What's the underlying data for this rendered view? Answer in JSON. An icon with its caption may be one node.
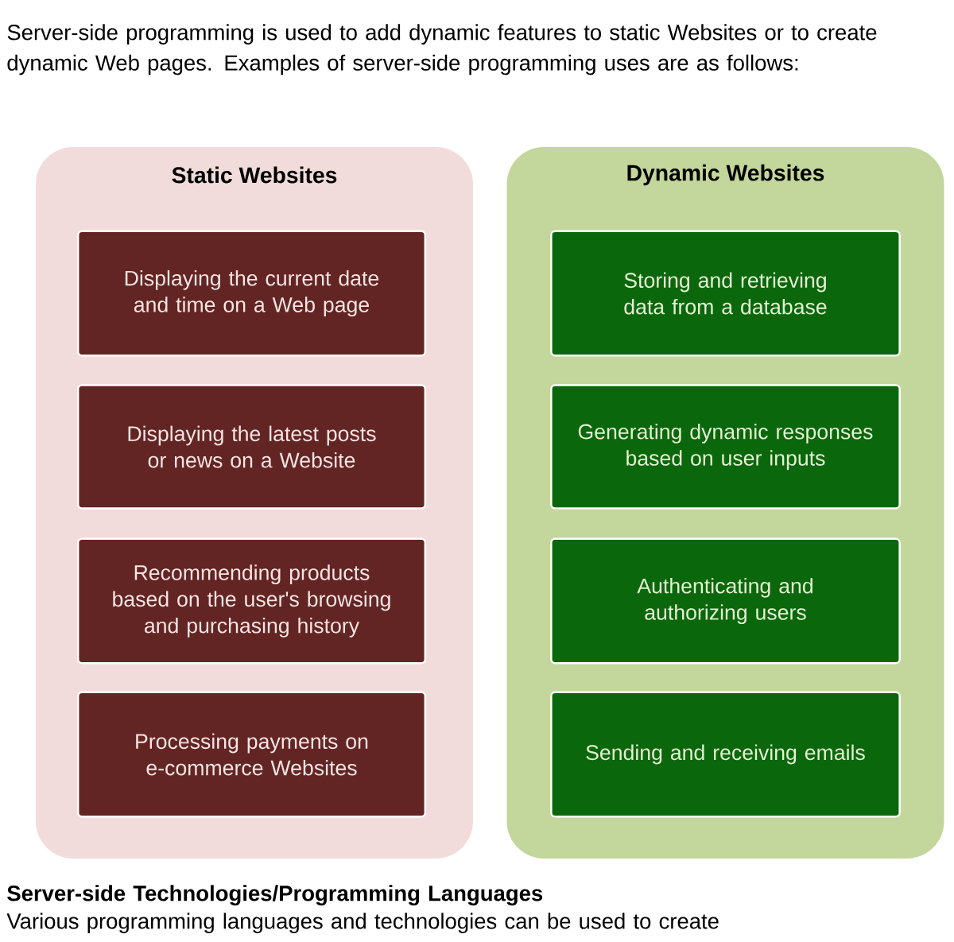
{
  "diagram": {
    "nodes": [
      {
        "text": [
          "Static Websites"
        ]
      },
      {
        "text": [
          "Displaying the current date and time on a Web page"
        ],
        "in": 0
      },
      {
        "text": [
          "Displaying the latest posts or news on a Website"
        ],
        "in": 0
      },
      {
        "text": [
          "Recommending products based on the user's browsing and purchasing history"
        ],
        "in": 0
      },
      {
        "text": [
          "Processing payments on e-commerce Websites"
        ],
        "in": 0
      },
      {
        "text": [
          "Dynamic Websites"
        ]
      },
      {
        "text": [
          "Storing and retrieving data from a database"
        ],
        "in": 5
      },
      {
        "text": [
          "Generating dynamic responses based on user inputs"
        ],
        "in": 5
      },
      {
        "text": [
          "Authenticating and authorizing users"
        ],
        "in": 5
      },
      {
        "text": [
          "Sending and receiving emails"
        ],
        "in": 5
      }
    ],
    "labels": [
      "Server-side programming is used to add dynamic features to static Websites or to create dynamic Web pages. Examples of server-side programming uses are as follows:",
      "Server-side Technologies/Programming Languages",
      "Various programming languages and technologies can be used to create"
    ]
  }
}
